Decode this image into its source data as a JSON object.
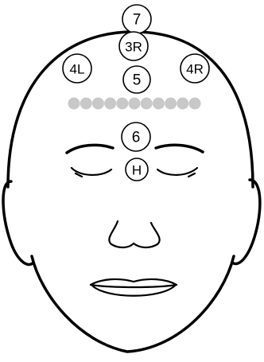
{
  "points": {
    "p7": {
      "label": "7"
    },
    "p3R": {
      "label": "3R"
    },
    "p4L": {
      "label": "4L"
    },
    "p4R": {
      "label": "4R"
    },
    "p5": {
      "label": "5"
    },
    "p6": {
      "label": "6"
    },
    "pH": {
      "label": "H"
    }
  },
  "dot_row": {
    "count": 11,
    "color": "#c8c8c8"
  },
  "colors": {
    "line": "#000000",
    "background": "#ffffff"
  }
}
